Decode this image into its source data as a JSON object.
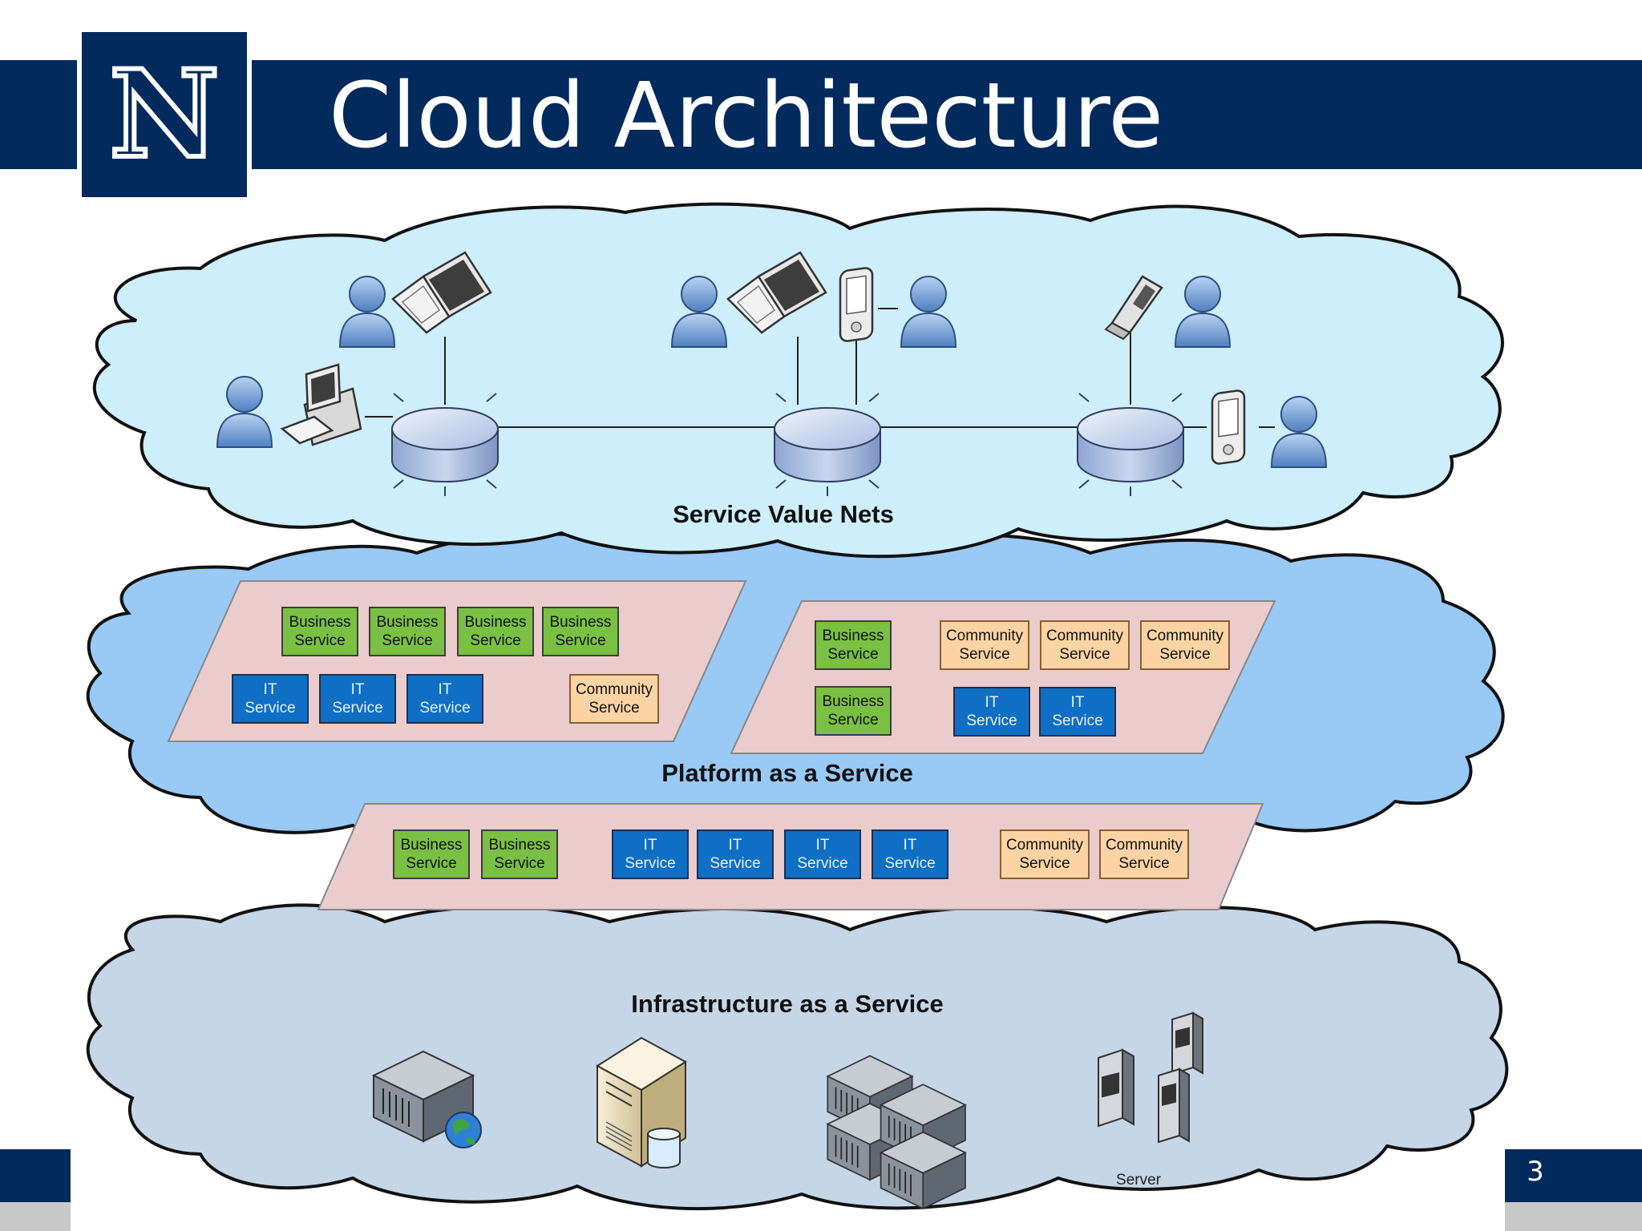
{
  "slide": {
    "title": "Cloud Architecture",
    "logo_letter": "N",
    "page_number": "3"
  },
  "colors": {
    "brand_navy": "#032a5c",
    "cloud_top": "#cdeefb",
    "cloud_middle": "#99c9f5",
    "cloud_bottom": "#c5d6e6",
    "platform_panel": "#ebcccc",
    "business_service": "#7ac143",
    "it_service": "#0f6fc4",
    "community_service": "#fcd4a4"
  },
  "layers": {
    "service_value_nets": {
      "label": "Service Value Nets"
    },
    "platform": {
      "label": "Platform as a Service"
    },
    "infrastructure": {
      "label": "Infrastructure as a Service",
      "server_label": "Server"
    }
  },
  "service_types": {
    "business": {
      "line1": "Business",
      "line2": "Service"
    },
    "it": {
      "line1": "IT",
      "line2": "Service"
    },
    "community": {
      "line1": "Community",
      "line2": "Service"
    }
  },
  "icons": [
    "user-icon",
    "laptop-icon",
    "desktop-computer-icon",
    "pda-icon",
    "cell-phone-icon",
    "router-icon",
    "server-rack-globe-icon",
    "database-server-icon",
    "server-cluster-icon",
    "tower-server-icon"
  ]
}
